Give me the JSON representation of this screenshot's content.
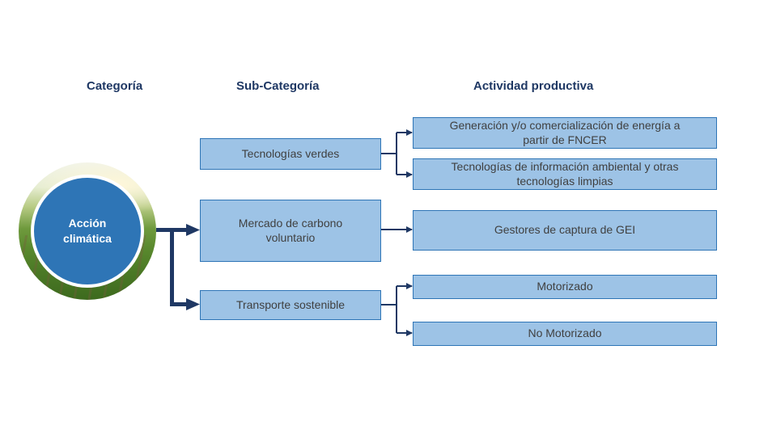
{
  "headers": {
    "category": "Categoría",
    "subcategory": "Sub-Categoría",
    "activity": "Actividad productiva"
  },
  "category": {
    "line1": "Acción",
    "line2": "climática"
  },
  "subcategories": [
    {
      "lines": [
        "Tecnologías verdes"
      ]
    },
    {
      "lines": [
        "Mercado de carbono",
        "voluntario"
      ]
    },
    {
      "lines": [
        "Transporte sostenible"
      ]
    }
  ],
  "activities": [
    {
      "lines": [
        "Generación y/o comercialización de energía a",
        "partir de FNCER"
      ]
    },
    {
      "lines": [
        "Tecnologías de información ambiental y otras",
        "tecnologías limpias"
      ]
    },
    {
      "lines": [
        "Gestores de captura de GEI"
      ]
    },
    {
      "lines": [
        "Motorizado"
      ]
    },
    {
      "lines": [
        "No Motorizado"
      ]
    }
  ],
  "colors": {
    "connector": "#1f3864",
    "box_fill": "#9dc3e6",
    "box_border": "#2e75b6",
    "circle_fill": "#2e75b6"
  }
}
